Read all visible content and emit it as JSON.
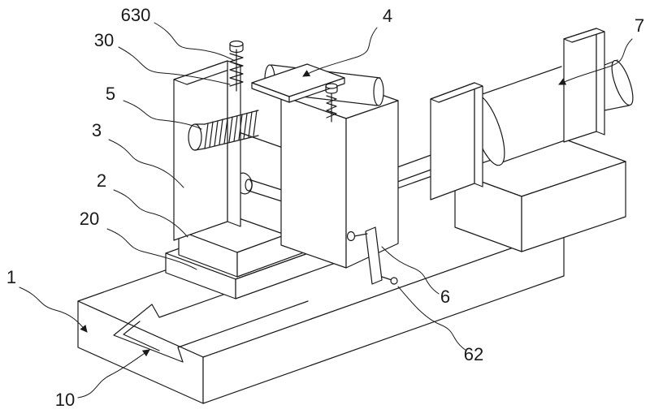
{
  "figure": {
    "type": "patent_line_drawing",
    "background": "#ffffff",
    "line_color": "#1a1a1a",
    "ink": "#1a1a1a",
    "callouts": [
      {
        "text": "630"
      },
      {
        "text": "30"
      },
      {
        "text": "4"
      },
      {
        "text": "7"
      },
      {
        "text": "5"
      },
      {
        "text": "3"
      },
      {
        "text": "2"
      },
      {
        "text": "20"
      },
      {
        "text": "1"
      },
      {
        "text": "10"
      },
      {
        "text": "6"
      },
      {
        "text": "62"
      }
    ]
  }
}
